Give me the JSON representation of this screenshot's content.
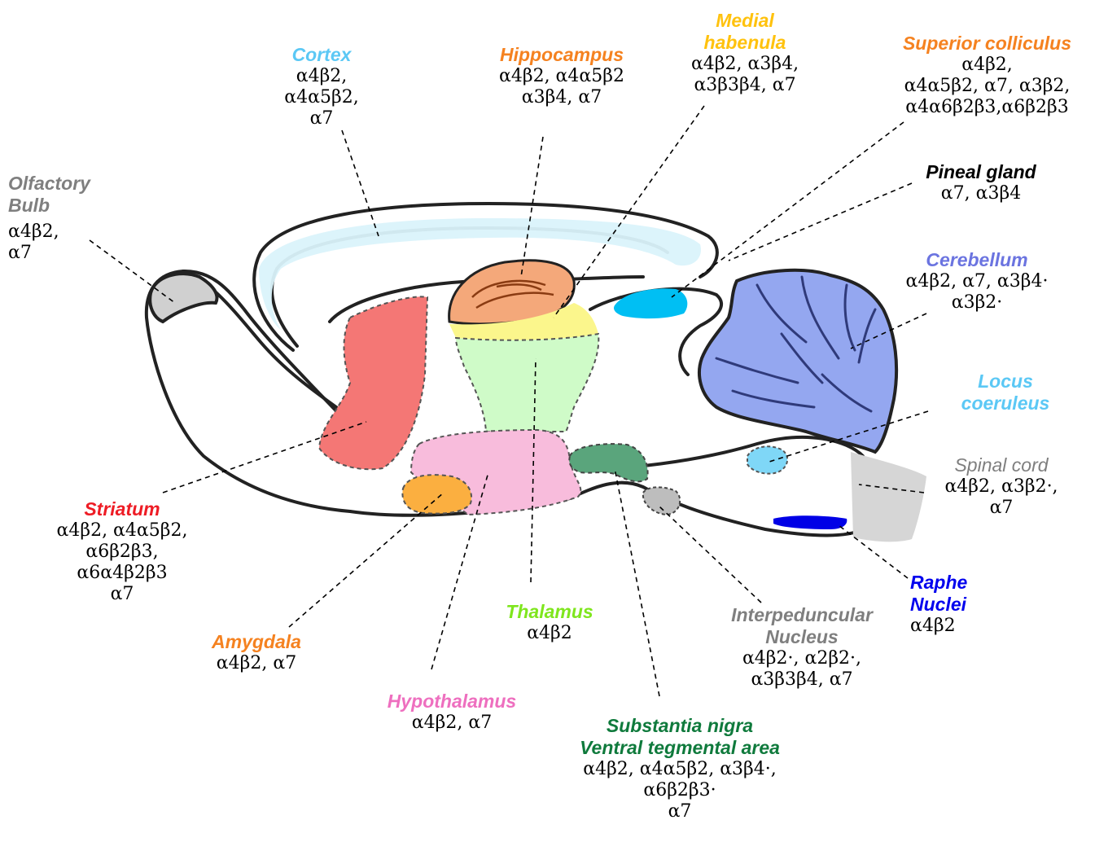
{
  "regions": [
    {
      "id": "cortex",
      "name": [
        "Cortex"
      ],
      "color": "#5bc8f5",
      "subunits": [
        "α4β2,",
        "α4α5β2,",
        "α7"
      ]
    },
    {
      "id": "hippocampus",
      "name": [
        "Hippocampus"
      ],
      "color": "#f58220",
      "subunits": [
        "α4β2, α4α5β2",
        "α3β4, α7"
      ]
    },
    {
      "id": "medial-habenula",
      "name": [
        "Medial",
        "habenula"
      ],
      "color": "#ffc20e",
      "subunits": [
        "α4β2, α3β4,",
        "α3β3β4, α7"
      ]
    },
    {
      "id": "superior-colliculus",
      "name": [
        "Superior colliculus"
      ],
      "color": "#f58220",
      "subunits": [
        "α4β2,",
        "α4α5β2, α7, α3β2,",
        "α4α6β2β3,α6β2β3"
      ]
    },
    {
      "id": "olfactory-bulb",
      "name": [
        "Olfactory",
        "Bulb"
      ],
      "color": "#7f7f7f",
      "subunits": [
        "α4β2,",
        "α7"
      ]
    },
    {
      "id": "pineal-gland",
      "name": [
        "Pineal gland"
      ],
      "color": "#000000",
      "subunits": [
        "α7, α3β4"
      ]
    },
    {
      "id": "cerebellum",
      "name": [
        "Cerebellum"
      ],
      "color": "#6b74e0",
      "subunits": [
        "α4β2, α7, α3β4·",
        "α3β2·"
      ]
    },
    {
      "id": "locus-coeruleus",
      "name": [
        "Locus",
        "coeruleus"
      ],
      "color": "#5bc8f5",
      "subunits": []
    },
    {
      "id": "spinal-cord",
      "name": [
        "Spinal cord"
      ],
      "color": "#7f7f7f",
      "subunits": [
        "α4β2, α3β2·,",
        "α7"
      ]
    },
    {
      "id": "striatum",
      "name": [
        "Striatum"
      ],
      "color": "#ee1c25",
      "subunits": [
        "α4β2, α4α5β2,",
        "α6β2β3,",
        "α6α4β2β3",
        "α7"
      ]
    },
    {
      "id": "raphe-nuclei",
      "name": [
        "Raphe",
        "Nuclei"
      ],
      "color": "#0000ee",
      "subunits": [
        "α4β2"
      ]
    },
    {
      "id": "thalamus",
      "name": [
        "Thalamus"
      ],
      "color": "#7fe61e",
      "subunits": [
        "α4β2"
      ]
    },
    {
      "id": "interpeduncular-nucleus",
      "name": [
        "Interpeduncular",
        "Nucleus"
      ],
      "color": "#7f7f7f",
      "subunits": [
        "α4β2·, α2β2·,",
        "α3β3β4, α7"
      ]
    },
    {
      "id": "amygdala",
      "name": [
        "Amygdala"
      ],
      "color": "#f58220",
      "subunits": [
        "α4β2, α7"
      ]
    },
    {
      "id": "hypothalamus",
      "name": [
        "Hypothalamus"
      ],
      "color": "#ee6fbf",
      "subunits": [
        "α4β2, α7"
      ]
    },
    {
      "id": "substantia-nigra-vta",
      "name": [
        "Substantia nigra",
        "Ventral tegmental area"
      ],
      "color": "#0f7a3c",
      "subunits": [
        "α4β2, α4α5β2, α3β4·,",
        "α6β2β3·",
        "α7"
      ]
    }
  ]
}
